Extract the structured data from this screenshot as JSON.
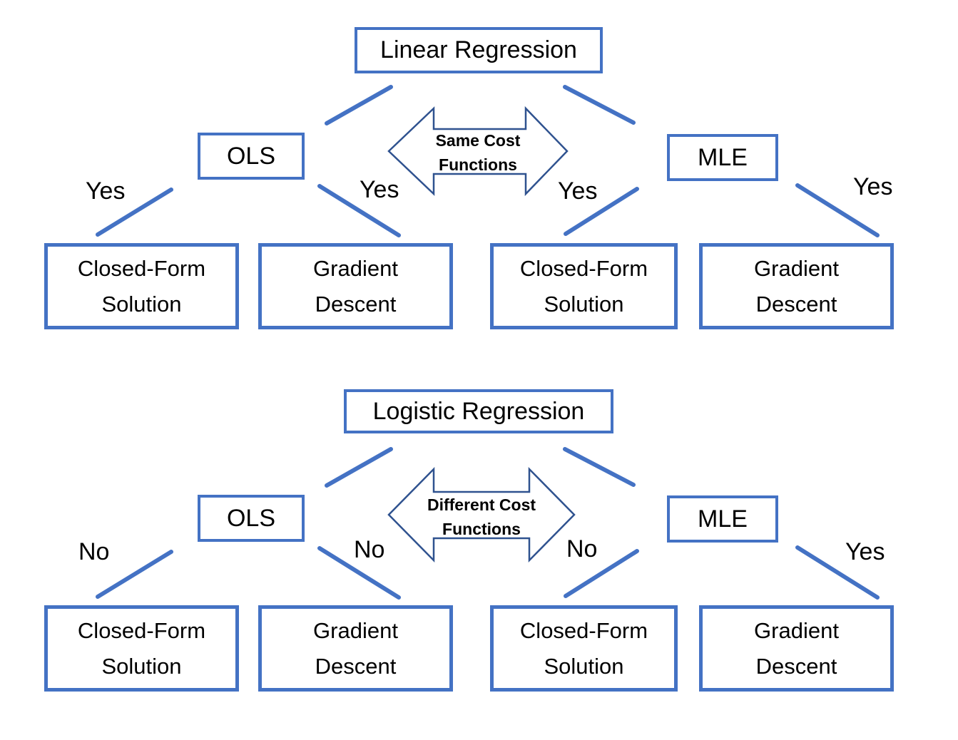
{
  "colors": {
    "box_border": "#4472C4",
    "connector": "#4472C4",
    "arrow_outline": "#2F528F",
    "arrow_fill": "#FFFFFF",
    "text": "#000000",
    "background": "#FFFFFF"
  },
  "diagrams": [
    {
      "title": "Linear Regression",
      "left_method": "OLS",
      "right_method": "MLE",
      "arrow_label": [
        "Same Cost",
        "Functions"
      ],
      "leaves": [
        "Closed-Form Solution",
        "Gradient Descent",
        "Closed-Form Solution",
        "Gradient Descent"
      ],
      "edge_labels": [
        "Yes",
        "Yes",
        "Yes",
        "Yes"
      ]
    },
    {
      "title": "Logistic Regression",
      "left_method": "OLS",
      "right_method": "MLE",
      "arrow_label": [
        "Different Cost",
        "Functions"
      ],
      "leaves": [
        "Closed-Form Solution",
        "Gradient Descent",
        "Closed-Form Solution",
        "Gradient Descent"
      ],
      "edge_labels": [
        "No",
        "No",
        "No",
        "Yes"
      ]
    }
  ]
}
